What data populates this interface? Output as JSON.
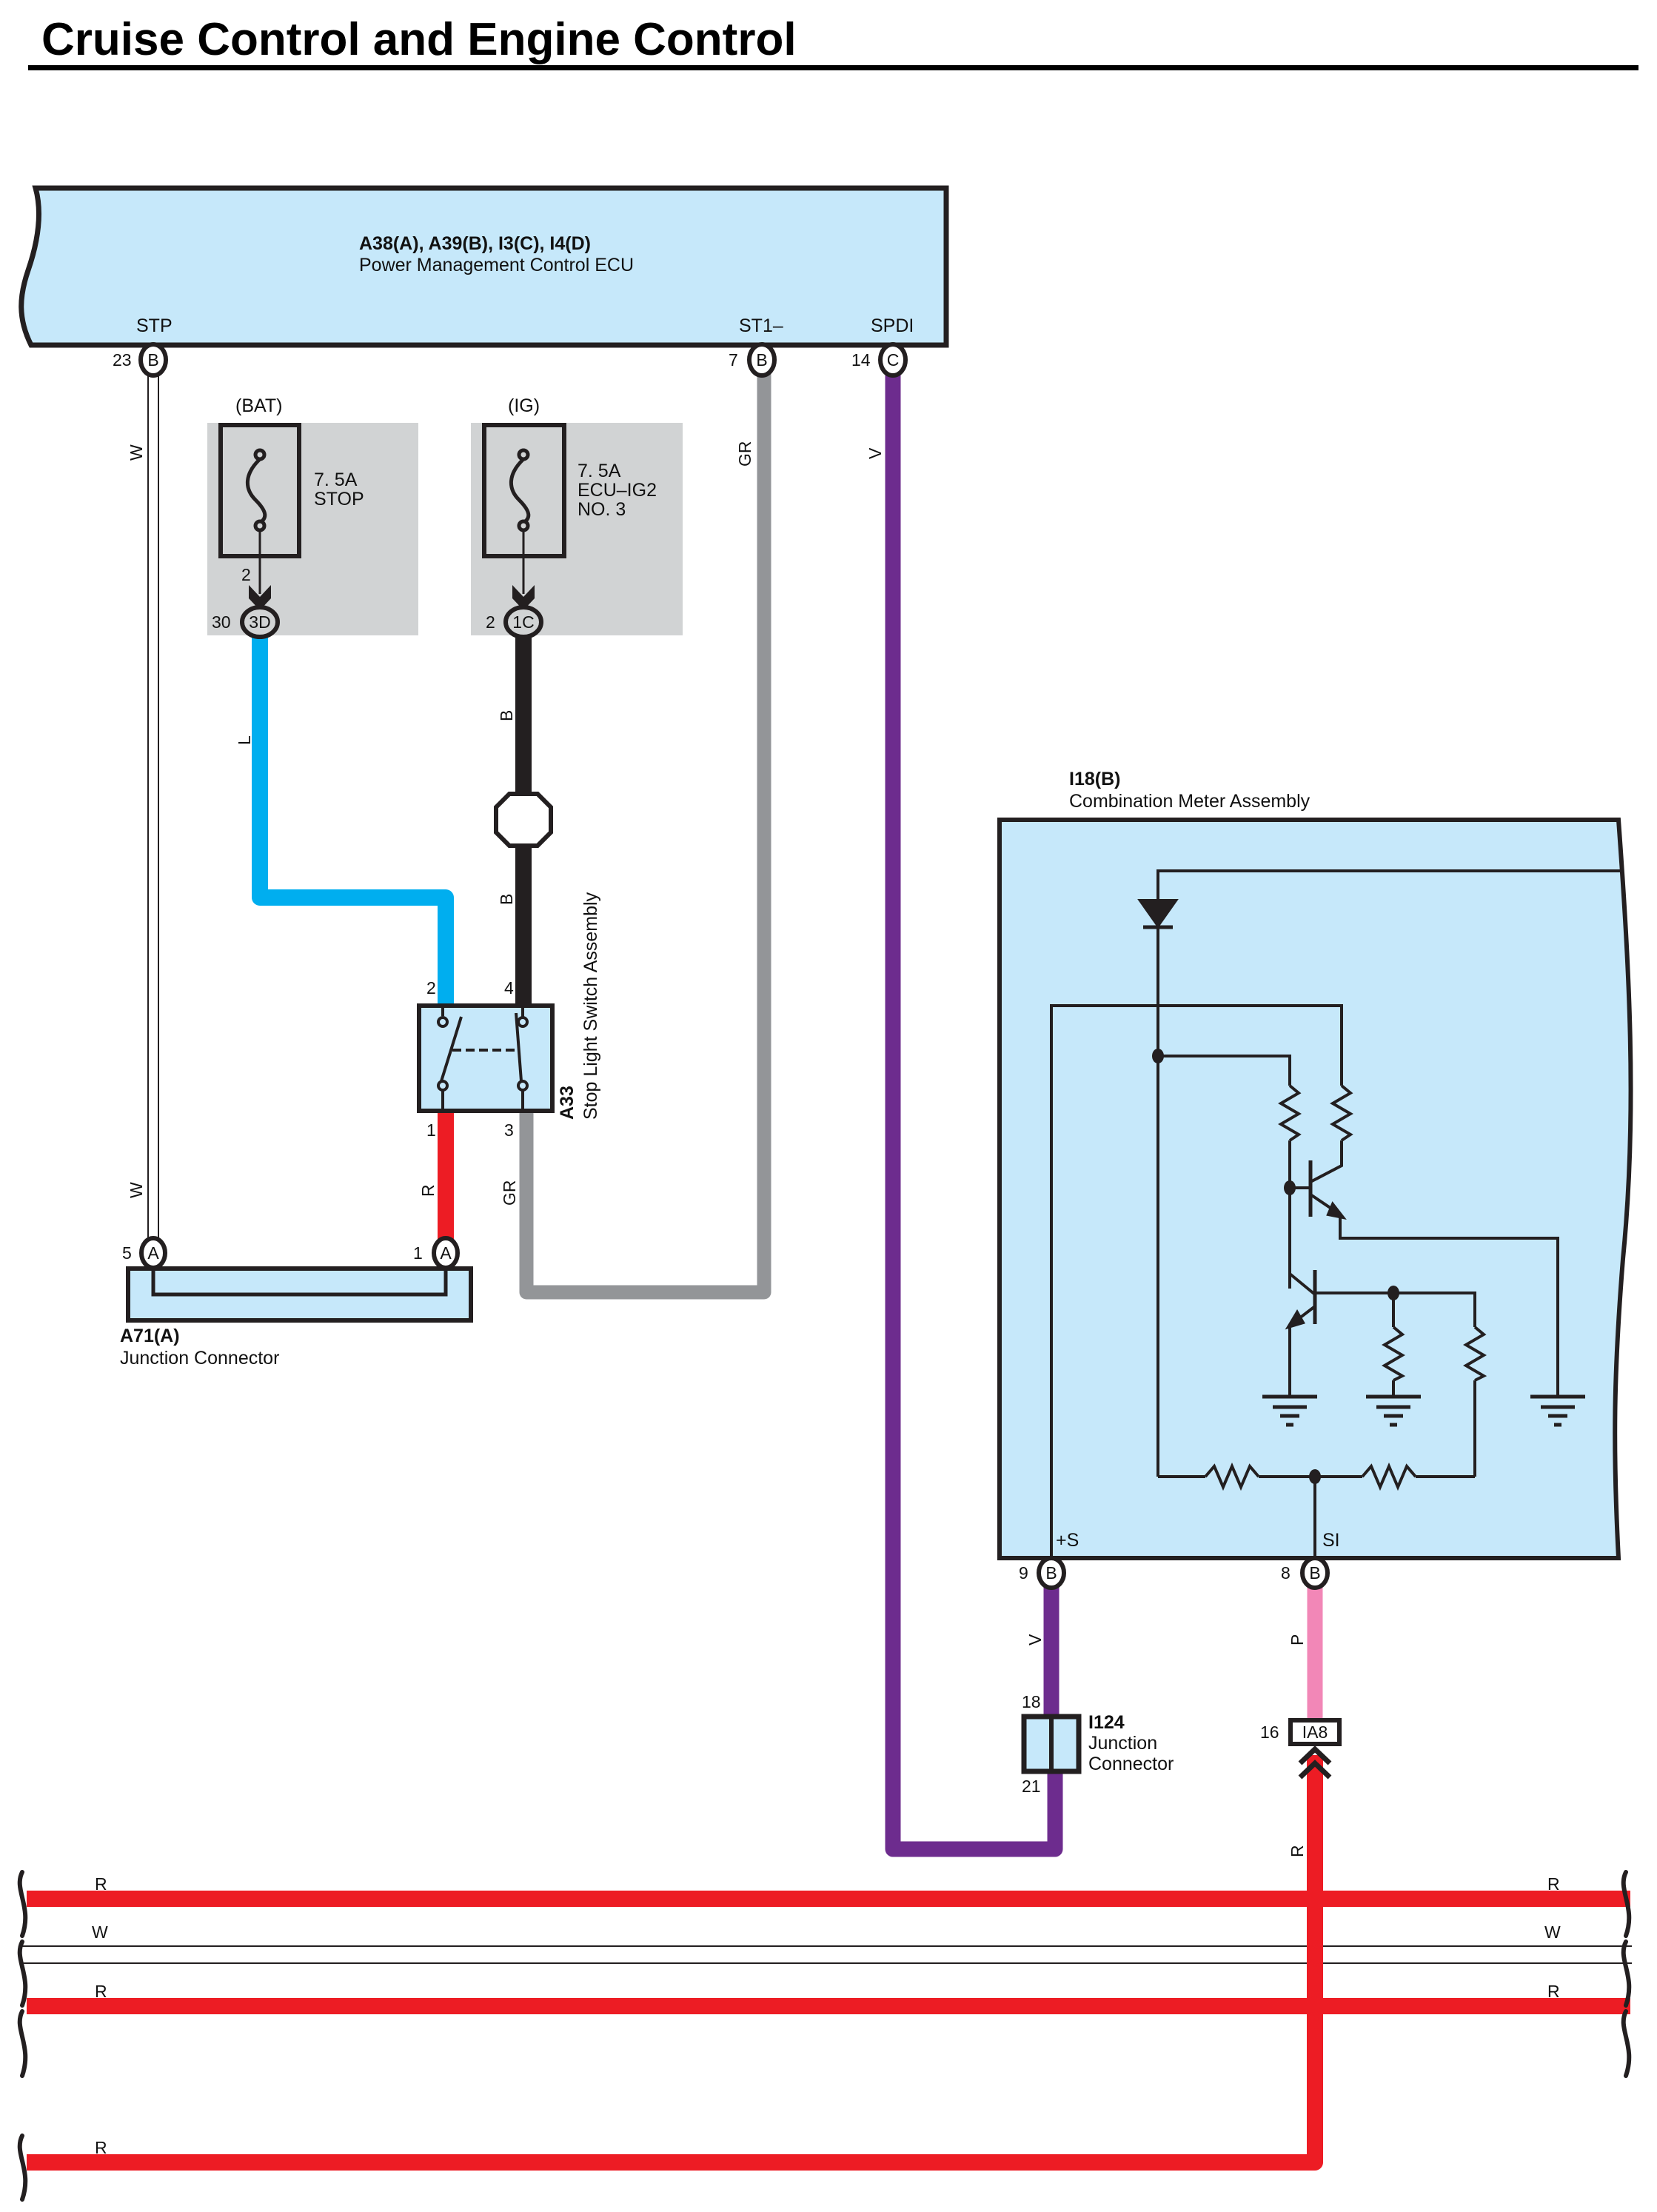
{
  "page": {
    "title": "Cruise Control and Engine Control"
  },
  "colors": {
    "component_fill": "#c6e8fa",
    "fuse_panel_fill": "#d1d3d4",
    "wire_red": "#ed1c24",
    "wire_blue": "#00aeef",
    "wire_black": "#231f20",
    "wire_gray": "#939598",
    "wire_violet": "#6d2c8e",
    "wire_pink": "#f287b7",
    "outline": "#231f20"
  },
  "ecu": {
    "connectors": "A38(A), A39(B), I3(C), I4(D)",
    "name": "Power Management Control ECU",
    "terminals": [
      {
        "name": "STP",
        "pin": "23",
        "connector": "B"
      },
      {
        "name": "ST1–",
        "pin": "7",
        "connector": "B"
      },
      {
        "name": "SPDI",
        "pin": "14",
        "connector": "C"
      }
    ]
  },
  "fuses": [
    {
      "source": "(BAT)",
      "rating": "7. 5A",
      "name_lines": [
        "STOP"
      ],
      "pin": "2",
      "junction_pin": "30",
      "junction_id": "3D"
    },
    {
      "source": "(IG)",
      "rating": "7. 5A",
      "name_lines": [
        "ECU–IG2",
        "NO. 3"
      ],
      "junction_pin": "2",
      "junction_id": "1C"
    }
  ],
  "stop_light_switch": {
    "id": "A33",
    "name": "Stop Light Switch Assembly",
    "pins": [
      "2",
      "4",
      "1",
      "3"
    ]
  },
  "junction_a71": {
    "id": "A71(A)",
    "name": "Junction Connector",
    "terminals": [
      {
        "pin": "5",
        "connector": "A"
      },
      {
        "pin": "1",
        "connector": "A"
      }
    ]
  },
  "combination_meter": {
    "id": "I18(B)",
    "name": "Combination Meter Assembly",
    "terminals": [
      {
        "name": "+S",
        "pin": "9",
        "connector": "B"
      },
      {
        "name": "SI",
        "pin": "8",
        "connector": "B"
      }
    ]
  },
  "junction_i124": {
    "id": "I124",
    "name_lines": [
      "Junction",
      "Connector"
    ],
    "pin_top": "18",
    "pin_bottom": "21"
  },
  "connector_ia8": {
    "id": "IA8",
    "pin": "16"
  },
  "wire_labels": {
    "stp": "W",
    "stp_lower": "W",
    "st1": "GR",
    "spdi": "V",
    "stop_fuse_out": "L",
    "ig_fuse_out": "B",
    "ig_fuse_out_lower": "B",
    "switch_1": "R",
    "switch_3": "GR",
    "meter_s": "V",
    "meter_si": "P",
    "ia8_in": "R"
  },
  "bus_lines": [
    {
      "label_left": "R",
      "label_right": "R",
      "color": "red"
    },
    {
      "label_left": "W",
      "label_right": "W",
      "color": "white"
    },
    {
      "label_left": "R",
      "label_right": "R",
      "color": "red"
    },
    {
      "label_left": "R",
      "color": "red"
    }
  ]
}
